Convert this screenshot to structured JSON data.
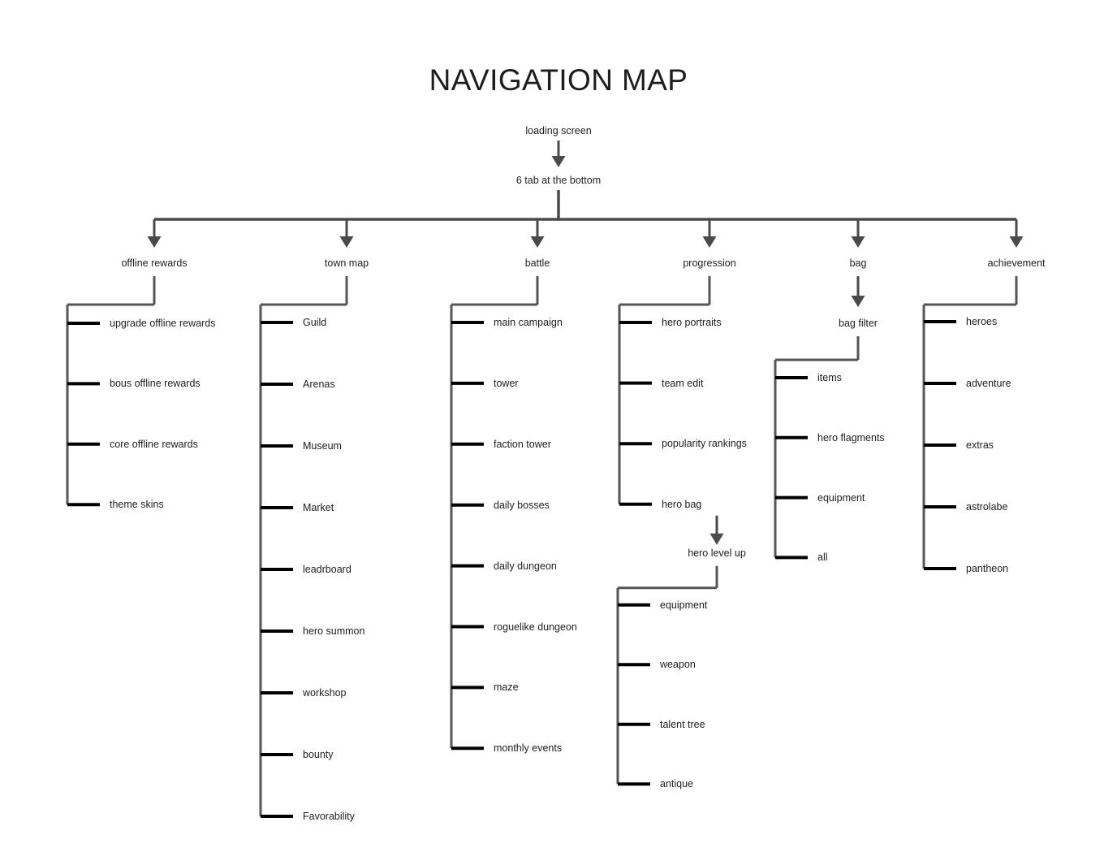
{
  "title": "NAVIGATION MAP",
  "root": {
    "start_node": "loading screen",
    "hub_node": "6 tab at the bottom"
  },
  "columns": [
    {
      "id": "offline-rewards",
      "label": "offline rewards",
      "children": [
        "upgrade offline rewards",
        "bous offline rewards",
        "core offline rewards",
        "theme skins"
      ]
    },
    {
      "id": "town-map",
      "label": "town map",
      "children": [
        "Guild",
        "Arenas",
        "Museum",
        "Market",
        "leadrboard",
        "hero summon",
        "workshop",
        "bounty",
        "Favorability"
      ]
    },
    {
      "id": "battle",
      "label": "battle",
      "children": [
        "main campaign",
        "tower",
        "faction tower",
        "daily bosses",
        "daily dungeon",
        "roguelike dungeon",
        "maze",
        "monthly events"
      ]
    },
    {
      "id": "progression",
      "label": "progression",
      "children": [
        "hero portraits",
        "team edit",
        "popularity rankings",
        "hero bag"
      ],
      "sub": {
        "id": "hero-level-up",
        "label": "hero level up",
        "children": [
          "equipment",
          "weapon",
          "talent tree",
          "antique"
        ]
      }
    },
    {
      "id": "bag",
      "label": "bag",
      "intermediate": "bag filter",
      "children": [
        "items",
        "hero flagments",
        "equipment",
        "all"
      ]
    },
    {
      "id": "achievement",
      "label": "achievement",
      "children": [
        "heroes",
        "adventure",
        "extras",
        "astrolabe",
        "pantheon"
      ]
    }
  ],
  "colors": {
    "background": "#ffffff",
    "text": "#1d1d1d",
    "rail": "#565656",
    "tick": "#000000",
    "arrow": "#4a4a4a"
  }
}
